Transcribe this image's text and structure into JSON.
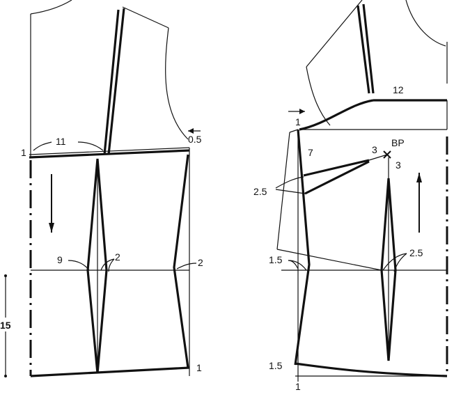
{
  "labels": {
    "back_1": "1",
    "back_11": "11",
    "back_05": "0.5",
    "back_9": "9",
    "back_2_dart": "2",
    "back_2_side": "2",
    "back_1_hem": "1",
    "len_15": "15",
    "front_12": "12",
    "front_1": "1",
    "front_7": "7",
    "front_bp": "BP",
    "front_3a": "3",
    "front_3b": "3",
    "front_25a": "2.5",
    "front_15a": "1.5",
    "front_25b": "2.5",
    "front_15b": "1.5",
    "front_1_hem": "1"
  },
  "colors": {
    "ink": "#111111",
    "paper": "#ffffff"
  }
}
